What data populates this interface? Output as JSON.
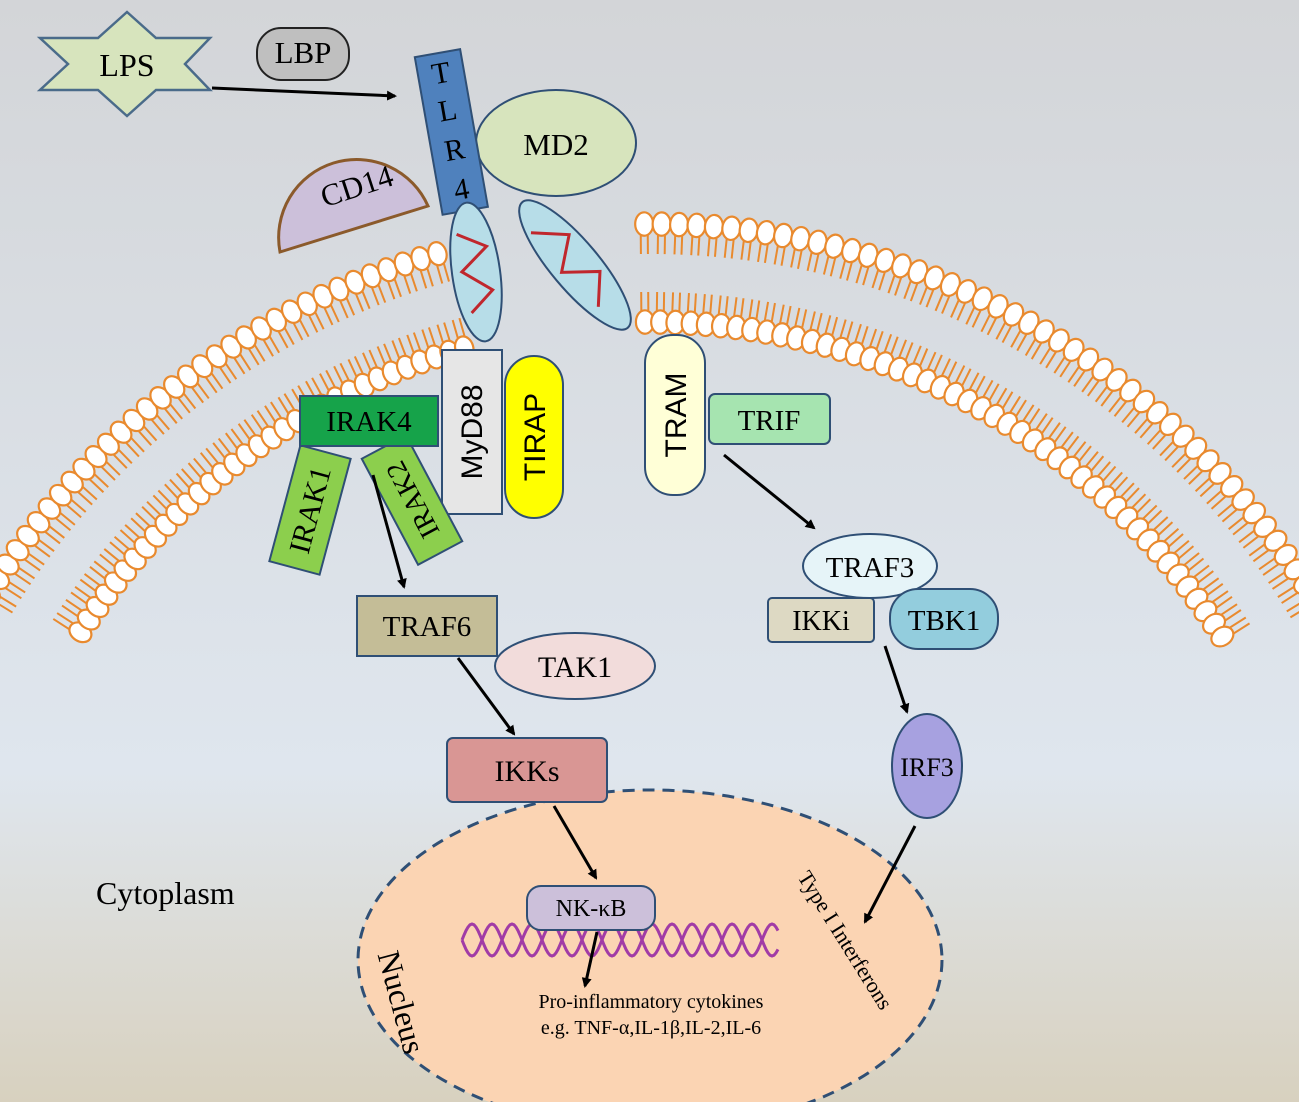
{
  "labels": {
    "lps": "LPS",
    "lbp": "LBP",
    "tlr4_letters": [
      "T",
      "L",
      "R",
      "4"
    ],
    "md2": "MD2",
    "cd14": "CD14",
    "myd88": "MyD88",
    "tirap": "TIRAP",
    "tram": "TRAM",
    "trif": "TRIF",
    "irak4": "IRAK4",
    "irak1": "IRAK1",
    "irak2": "IRAK2",
    "traf6": "TRAF6",
    "tak1": "TAK1",
    "ikks": "IKKs",
    "traf3": "TRAF3",
    "ikki": "IKKi",
    "tbk1": "TBK1",
    "irf3": "IRF3",
    "nfkb": "NK-κB",
    "cytoplasm": "Cytoplasm",
    "nucleus": "Nucleus",
    "type1_ifn": "Type I Interferons",
    "cytokines_line1": "Pro-inflammatory cytokines",
    "cytokines_line2": "e.g. TNF-α,IL-1β,IL-2,IL-6"
  },
  "colors": {
    "background_top": "#d4d6d9",
    "background_mid": "#dde4ec",
    "background_bottom": "#d8d2c2",
    "membrane_head": "#ffffff",
    "membrane_stroke": "#e98a2e",
    "lps": "#d7e4bd",
    "lbp": "#bfbfbf",
    "tlr4": "#4f81bd",
    "md2": "#d7e4bd",
    "cd14": "#ccc0da",
    "transmembrane": "#b7dde8",
    "helix_red": "#c0272d",
    "myd88": "#e6e6e6",
    "tirap": "#ffff00",
    "tram": "#ffffd7",
    "trif": "#a6e4b0",
    "irak4": "#16a34a",
    "irak1_irak2": "#8ccf4d",
    "traf6": "#c4bd97",
    "tak1": "#f2dcdb",
    "ikks": "#d99694",
    "traf3": "#e6f4f8",
    "ikki": "#ddd9c3",
    "tbk1": "#93cddd",
    "irf3": "#a7a1e0",
    "nfkb": "#ccc0da",
    "nucleus": "#fcd5b4",
    "dna": "#a13ba6"
  }
}
